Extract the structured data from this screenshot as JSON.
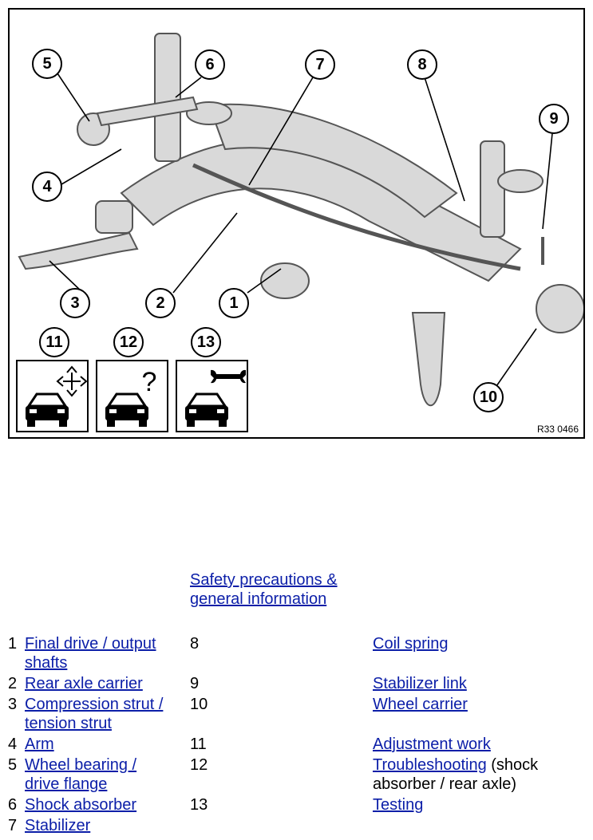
{
  "figure": {
    "ref_code": "R33 0466",
    "callouts": [
      "1",
      "2",
      "3",
      "4",
      "5",
      "6",
      "7",
      "8",
      "9",
      "10",
      "11",
      "12",
      "13"
    ],
    "pictograms": [
      {
        "number": "11",
        "icon": "car-with-adjustment-arrows-icon"
      },
      {
        "number": "12",
        "icon": "car-with-question-mark-icon"
      },
      {
        "number": "13",
        "icon": "car-with-wrench-icon"
      }
    ]
  },
  "intro_link": "Safety precautions & general information",
  "left_items": [
    {
      "num": "1",
      "label": "Final drive / output shafts"
    },
    {
      "num": "2",
      "label": "Rear axle carrier"
    },
    {
      "num": "3",
      "label": "Compression strut / tension strut"
    },
    {
      "num": "4",
      "label": "Arm"
    },
    {
      "num": "5",
      "label": "Wheel bearing / drive flange"
    },
    {
      "num": "6",
      "label": "Shock absorber"
    },
    {
      "num": "7",
      "label": "Stabilizer"
    }
  ],
  "right_items": [
    {
      "num": "8",
      "label": "Coil spring",
      "suffix": ""
    },
    {
      "num": "9",
      "label": "Stabilizer link",
      "suffix": ""
    },
    {
      "num": "10",
      "label": "Wheel carrier",
      "suffix": ""
    },
    {
      "num": "11",
      "label": "Adjustment work",
      "suffix": ""
    },
    {
      "num": "12",
      "label": "Troubleshooting",
      "suffix": " (shock absorber / rear axle)"
    },
    {
      "num": "13",
      "label": "Testing",
      "suffix": ""
    }
  ],
  "colors": {
    "link": "#0b1ea8",
    "part_fill": "#d9d9d9",
    "part_stroke": "#555555"
  }
}
